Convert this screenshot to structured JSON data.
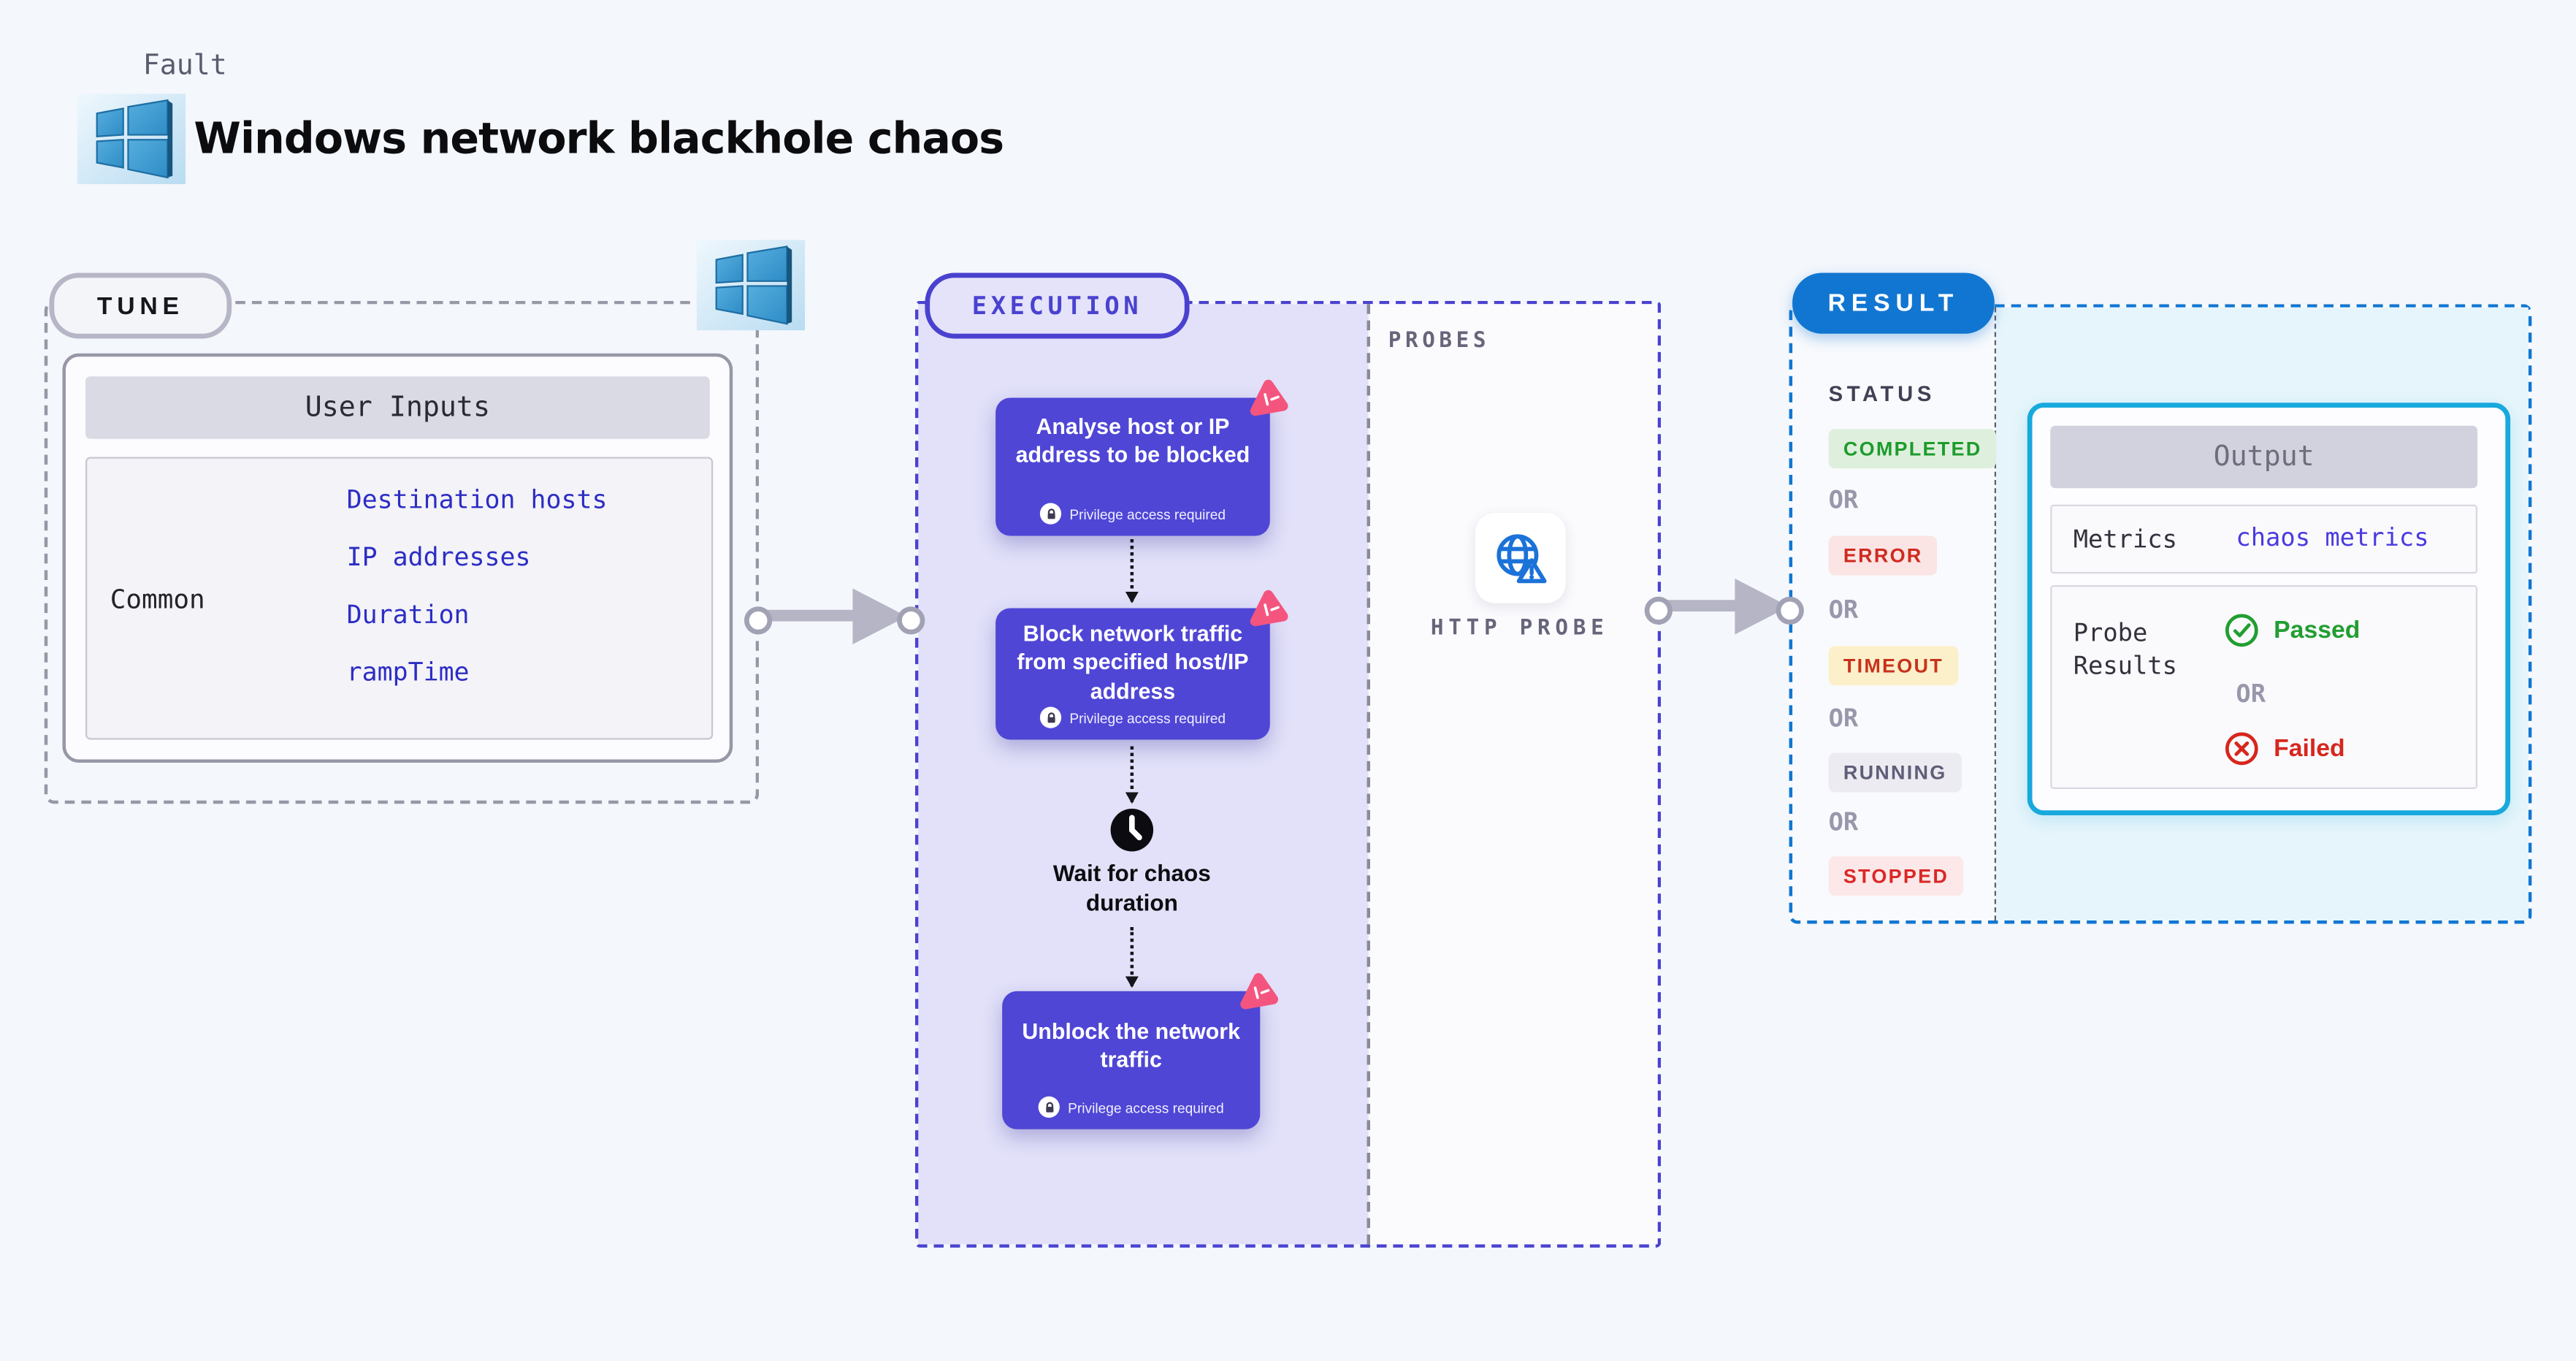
{
  "header": {
    "fault_label": "Fault",
    "title": "Windows network blackhole chaos"
  },
  "tune": {
    "label": "TUNE",
    "table": {
      "header": "User Inputs",
      "row_label": "Common",
      "links": [
        "Destination hosts",
        "IP addresses",
        "Duration",
        "rampTime"
      ]
    }
  },
  "execution": {
    "label": "EXECUTION",
    "steps": [
      {
        "title": "Analyse host or IP address to be blocked",
        "note": "Privilege access required"
      },
      {
        "title": "Block network traffic from specified host/IP address",
        "note": "Privilege access required"
      },
      {
        "title": "Unblock the network traffic",
        "note": "Privilege access required"
      }
    ],
    "wait_step": {
      "title": "Wait for chaos duration"
    }
  },
  "probes": {
    "label": "PROBES",
    "items": [
      {
        "label": "HTTP PROBE",
        "icon": "globe-alert-icon"
      }
    ]
  },
  "result": {
    "label": "RESULT",
    "status_heading": "STATUS",
    "or_label": "OR",
    "statuses": [
      {
        "label": "COMPLETED",
        "kind": "success"
      },
      {
        "label": "ERROR",
        "kind": "error"
      },
      {
        "label": "TIMEOUT",
        "kind": "warning"
      },
      {
        "label": "RUNNING",
        "kind": "neutral"
      },
      {
        "label": "STOPPED",
        "kind": "error"
      }
    ],
    "output": {
      "header": "Output",
      "metrics_label": "Metrics",
      "metrics_link": "chaos metrics",
      "probe_results_label": "Probe Results",
      "passed_label": "Passed",
      "failed_label": "Failed"
    }
  },
  "colors": {
    "page_background": "#f4f7fc",
    "execution_fill": "#e2e1f9",
    "execution_border": "#4a42cf",
    "step_box": "#4f46d6",
    "tune_border": "#9897a6",
    "result_border": "#1176d1",
    "output_border": "#18a9dd",
    "tune_link": "#2d2dc4",
    "metrics_link": "#4a3ae0",
    "passed_green": "#219e31",
    "failed_red": "#d7261d",
    "chaos_badge_pink": "#f4557e",
    "probe_icon_blue": "#1b72d8"
  }
}
